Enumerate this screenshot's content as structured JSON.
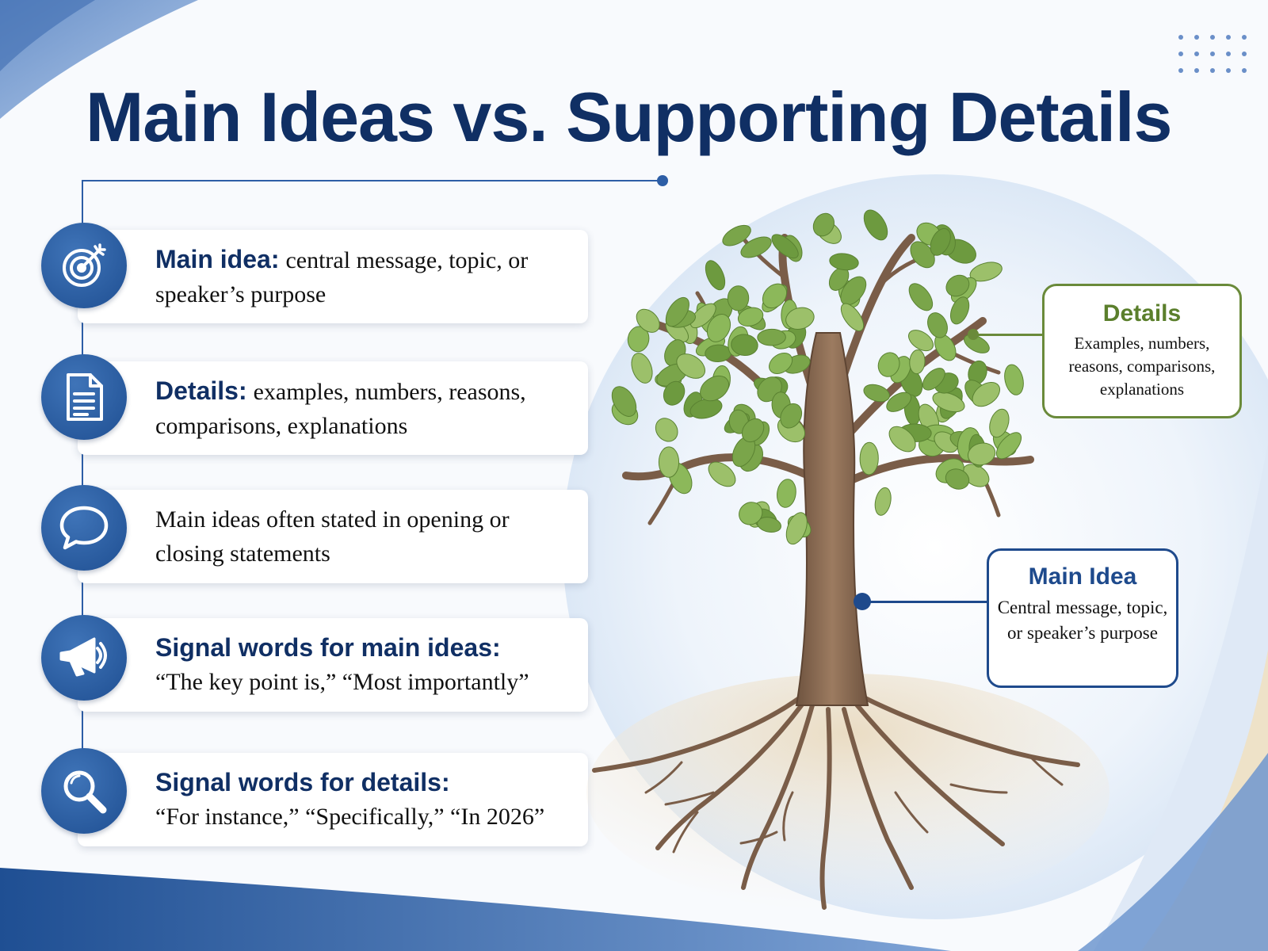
{
  "title": "Main Ideas vs. Supporting Details",
  "colors": {
    "navy": "#102f64",
    "blue": "#2d5ea6",
    "icon_blue": "#2a5da3",
    "leaf_green": "#7aa54a",
    "details_green": "#6a8a3a",
    "trunk_brown": "#8a6a4f",
    "soil": "#e9dcc6"
  },
  "cards": [
    {
      "icon": "target-icon",
      "label": "Main idea:",
      "text": "central message, topic, or speaker’s purpose"
    },
    {
      "icon": "document-icon",
      "label": "Details:",
      "text": "examples, numbers, reasons, comparisons, explanations"
    },
    {
      "icon": "speech-bubble-icon",
      "label": "",
      "text": "Main ideas often stated in opening or closing statements"
    },
    {
      "icon": "megaphone-icon",
      "label": "Signal words for main ideas:",
      "text": "“The key point is,” “Most importantly”"
    },
    {
      "icon": "magnifier-icon",
      "label": "Signal words for details:",
      "text": "“For instance,” “Specifically,” “In 2026”"
    }
  ],
  "callouts": {
    "details": {
      "title": "Details",
      "body": "Examples, numbers, reasons, comparisons, explanations"
    },
    "main_idea": {
      "title": "Main Idea",
      "body": "Central message, topic, or speaker’s purpose"
    }
  }
}
